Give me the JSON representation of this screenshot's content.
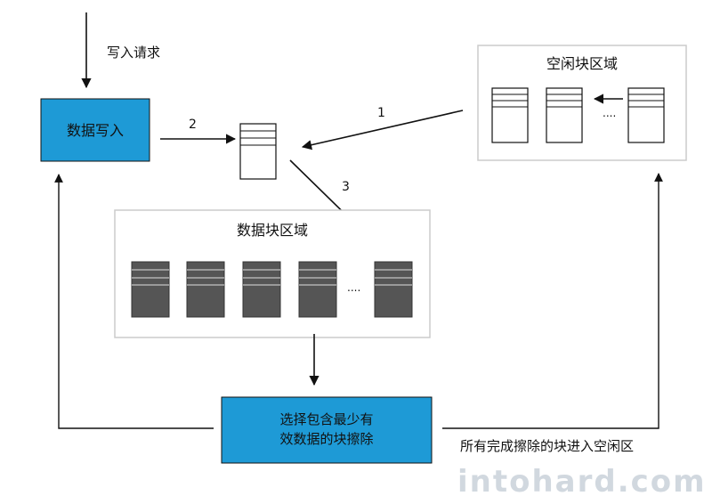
{
  "diagram": {
    "write_request_label": "写入请求",
    "data_write_label": "数据写入",
    "free_region_title": "空闲块区域",
    "data_region_title": "数据块区域",
    "gc_label_line1": "选择包含最少有",
    "gc_label_line2": "效数据的块擦除",
    "erased_to_free_label": "所有完成擦除的块进入空闲区",
    "step1": "1",
    "step2": "2",
    "step3": "3",
    "ellipsis": "....",
    "ellipsis_data": "...."
  },
  "watermark": {
    "site": "intohard.com"
  },
  "colors": {
    "process_box": "#1e9ad6",
    "dark_block": "#555555",
    "region_border": "#cccccc",
    "line": "#111111"
  }
}
